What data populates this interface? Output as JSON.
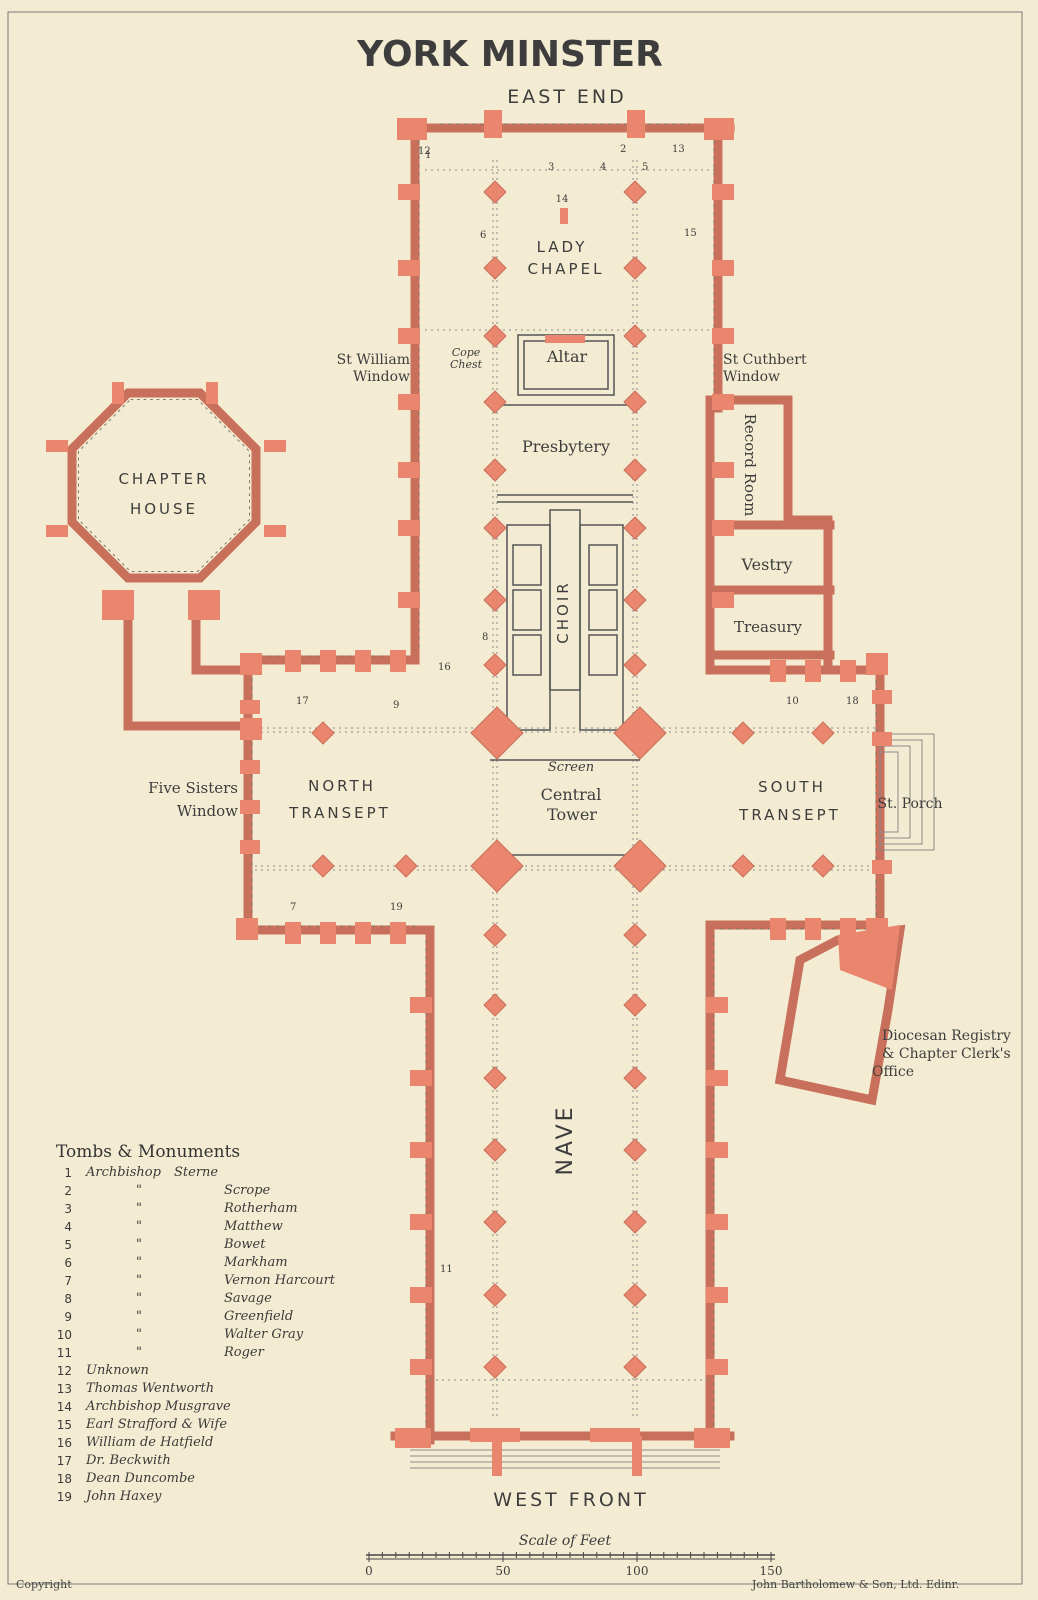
{
  "title": "YORK MINSTER",
  "compass": {
    "top": "EAST END",
    "bottom": "WEST FRONT"
  },
  "spaces": {
    "lady_chapel": [
      "LADY",
      "CHAPEL"
    ],
    "altar": "Altar",
    "cope_chest": [
      "Cope",
      "Chest"
    ],
    "presbytery": "Presbytery",
    "choir": "CHOIR",
    "screen": "Screen",
    "central_tower": [
      "Central",
      "Tower"
    ],
    "north_transept": [
      "NORTH",
      "TRANSEPT"
    ],
    "south_transept": [
      "SOUTH",
      "TRANSEPT"
    ],
    "nave": "NAVE",
    "chapter_house": [
      "CHAPTER",
      "HOUSE"
    ],
    "record_room": "Record Room",
    "vestry": "Vestry",
    "treasury": "Treasury",
    "south_porch": "St. Porch",
    "diocesan": [
      "Diocesan Registry",
      "& Chapter Clerk's",
      "Office"
    ],
    "st_william": [
      "St William",
      "Window"
    ],
    "st_cuthbert": [
      "St Cuthbert",
      "Window"
    ],
    "five_sisters": [
      "Five Sisters",
      "Window"
    ]
  },
  "markers": [
    "1",
    "2",
    "3",
    "4",
    "5",
    "6",
    "7",
    "8",
    "9",
    "10",
    "11",
    "12",
    "13",
    "14",
    "15",
    "16",
    "17",
    "18",
    "19"
  ],
  "legend": {
    "heading": "Tombs & Monuments",
    "items": [
      {
        "num": "1",
        "prefix": "Archbishop",
        "name": "Sterne"
      },
      {
        "num": "2",
        "prefix": "\"",
        "name": "Scrope"
      },
      {
        "num": "3",
        "prefix": "\"",
        "name": "Rotherham"
      },
      {
        "num": "4",
        "prefix": "\"",
        "name": "Matthew"
      },
      {
        "num": "5",
        "prefix": "\"",
        "name": "Bowet"
      },
      {
        "num": "6",
        "prefix": "\"",
        "name": "Markham"
      },
      {
        "num": "7",
        "prefix": "\"",
        "name": "Vernon Harcourt"
      },
      {
        "num": "8",
        "prefix": "\"",
        "name": "Savage"
      },
      {
        "num": "9",
        "prefix": "\"",
        "name": "Greenfield"
      },
      {
        "num": "10",
        "prefix": "\"",
        "name": "Walter Gray"
      },
      {
        "num": "11",
        "prefix": "\"",
        "name": "Roger"
      },
      {
        "num": "12",
        "prefix": "",
        "name": "Unknown"
      },
      {
        "num": "13",
        "prefix": "",
        "name": "Thomas Wentworth"
      },
      {
        "num": "14",
        "prefix": "",
        "name": "Archbishop Musgrave"
      },
      {
        "num": "15",
        "prefix": "",
        "name": "Earl Strafford & Wife"
      },
      {
        "num": "16",
        "prefix": "",
        "name": "William de Hatfield"
      },
      {
        "num": "17",
        "prefix": "",
        "name": "Dr. Beckwith"
      },
      {
        "num": "18",
        "prefix": "",
        "name": "Dean Duncombe"
      },
      {
        "num": "19",
        "prefix": "",
        "name": "John Haxey"
      }
    ]
  },
  "scale": {
    "label": "Scale of Feet",
    "ticks": [
      "0",
      "50",
      "100",
      "150"
    ]
  },
  "footer": {
    "left": "Copyright",
    "right": "John Bartholomew & Son, Ltd. Edinr."
  },
  "colors": {
    "pier": "#e9866d",
    "wall": "#c9705c",
    "ink": "#3a3a3a",
    "paper": "#f4ecd2"
  }
}
